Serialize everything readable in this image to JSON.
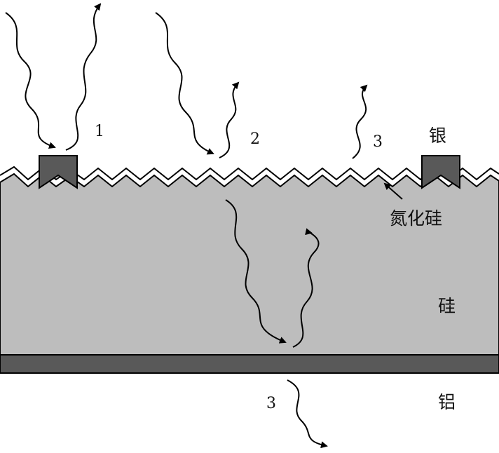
{
  "diagram": {
    "labels": {
      "ray_1": "1",
      "ray_2": "2",
      "ray_3_top": "3",
      "ray_3_bottom": "3",
      "silver": "银",
      "silicon_nitride": "氮化硅",
      "silicon": "硅",
      "aluminum": "铝"
    },
    "colors": {
      "silicon": "#bdbdbd",
      "silicon_nitride": "#ffffff",
      "contact": "#595959",
      "aluminum": "#595959",
      "outline": "#000000"
    }
  }
}
